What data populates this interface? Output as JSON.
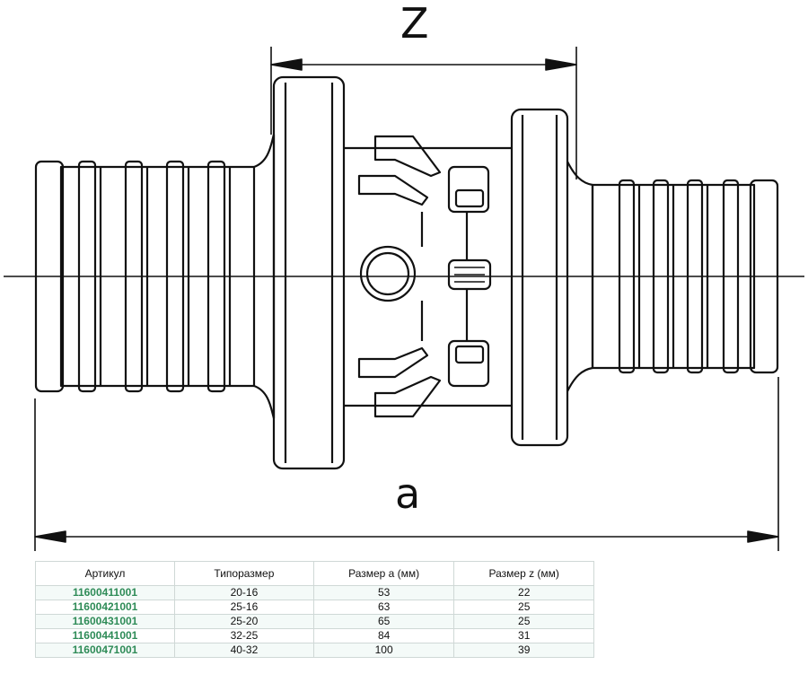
{
  "drawing": {
    "dimension_z_label": "Z",
    "dimension_a_label": "a"
  },
  "table": {
    "headers": [
      "Артикул",
      "Типоразмер",
      "Размер a (мм)",
      "Размер z (мм)"
    ],
    "rows": [
      {
        "sku": "11600411001",
        "size": "20-16",
        "a": "53",
        "z": "22"
      },
      {
        "sku": "11600421001",
        "size": "25-16",
        "a": "63",
        "z": "25"
      },
      {
        "sku": "11600431001",
        "size": "25-20",
        "a": "65",
        "z": "25"
      },
      {
        "sku": "11600441001",
        "size": "32-25",
        "a": "84",
        "z": "31"
      },
      {
        "sku": "11600471001",
        "size": "40-32",
        "a": "100",
        "z": "39"
      }
    ],
    "colors": {
      "sku": "#2e8b57",
      "border": "#cfd8d6",
      "stripe": "#f4faf8"
    }
  }
}
